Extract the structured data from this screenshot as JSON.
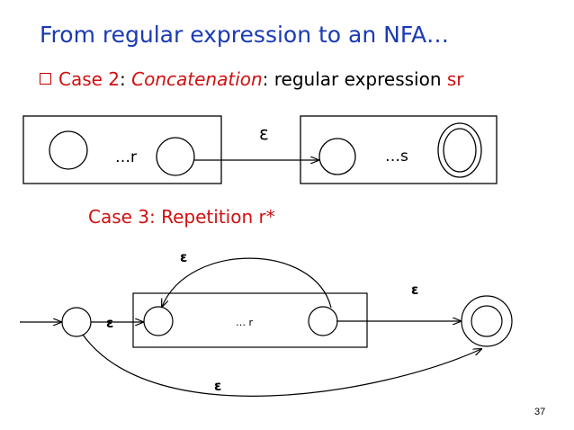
{
  "title": "From regular expression to an NFA…",
  "case2": {
    "prefix": "Case 2",
    "colon1": ": ",
    "name": "Concatenation",
    "colon2": ": regular expression ",
    "expr": "sr",
    "label_r": "…r",
    "label_s": "…s",
    "epsilon": "ε"
  },
  "case3": {
    "heading_text": "Case 3: Repetition ",
    "heading_expr": "r*",
    "label_r": "… r",
    "eps_loop": "ε",
    "eps_left": "ε",
    "eps_right": "ε",
    "eps_bottom": "ε"
  },
  "colors": {
    "title": "#1a3bb3",
    "accent": "#d01010",
    "line": "#000000"
  },
  "page_number": "37"
}
